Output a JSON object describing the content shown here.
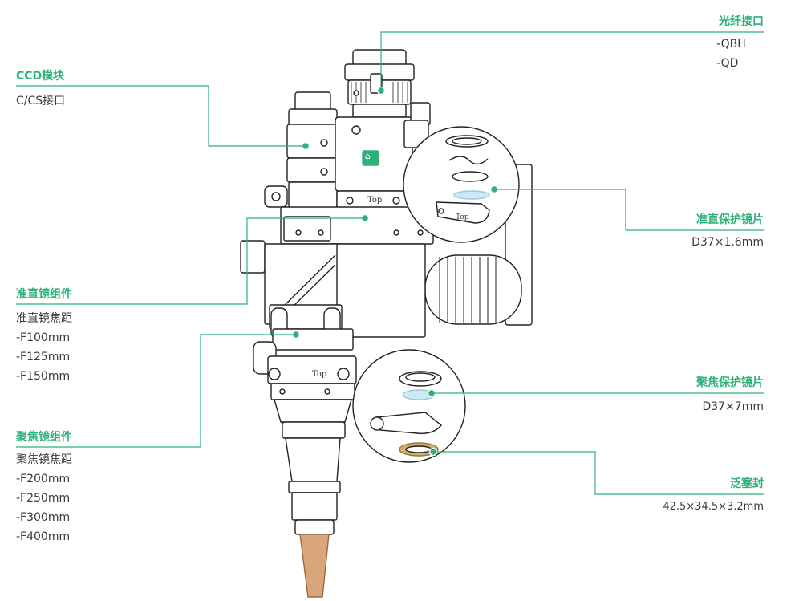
{
  "callouts": {
    "fiber": {
      "title": "光纤接口",
      "lines": [
        "-QBH",
        "-QD"
      ]
    },
    "ccd": {
      "title": "CCD模块",
      "lines": [
        "C/CS接口"
      ]
    },
    "collimation_window": {
      "title": "准直保护镜片",
      "lines": [
        "D37×1.6mm"
      ]
    },
    "collimation_group": {
      "title": "准直镜组件",
      "lines": [
        "准直镜焦距",
        "-F100mm",
        "-F125mm",
        "-F150mm"
      ]
    },
    "focus_window": {
      "title": "聚焦保护镜片",
      "lines": [
        "D37×7mm"
      ]
    },
    "focus_group": {
      "title": "聚焦镜组件",
      "lines": [
        "聚焦镜焦距",
        "-F200mm",
        "-F250mm",
        "-F300mm",
        "-F400mm"
      ]
    },
    "seal": {
      "title": "泛塞封",
      "lines": [
        "42.5×34.5×3.2mm"
      ]
    }
  },
  "labels": {
    "top_mark": "Top"
  },
  "colors": {
    "accent": "#2eb079",
    "stroke": "#222222",
    "nozzle": "#d9a57a",
    "glass": "#cde9f6",
    "seal_ring": "#d4b06a",
    "logo": "#2eb079"
  }
}
